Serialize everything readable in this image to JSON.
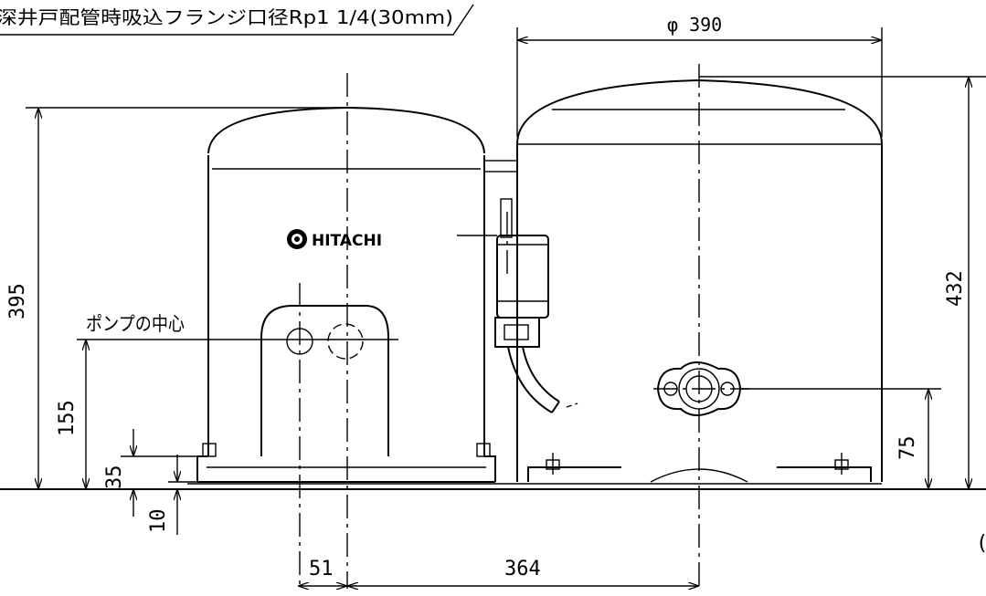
{
  "labels": {
    "suction_note": "深井戸配管時吸込フランジ口径Rp1 1/4(30mm)",
    "pump_center": "ポンプの中心",
    "brand": "HITACHI",
    "paren": "("
  },
  "dimensions": {
    "tank_diameter": "φ 390",
    "overall_height_left": "395",
    "pump_center_height": "155",
    "base_height": "35",
    "base_thickness": "10",
    "tank_height": "432",
    "flange_height": "75",
    "offset_51": "51",
    "span_364": "364"
  }
}
